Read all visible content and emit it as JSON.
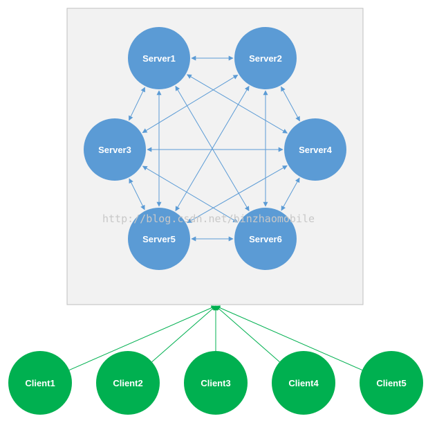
{
  "colors": {
    "server_fill": "#5b9bd5",
    "client_fill": "#00b050",
    "server_link": "#5b9bd5",
    "client_link": "#00b050",
    "cluster_bg": "#f2f2f2",
    "cluster_border": "#bfbfbf"
  },
  "servers": [
    {
      "id": "s1",
      "label": "Server1"
    },
    {
      "id": "s2",
      "label": "Server2"
    },
    {
      "id": "s3",
      "label": "Server3"
    },
    {
      "id": "s4",
      "label": "Server4"
    },
    {
      "id": "s5",
      "label": "Server5"
    },
    {
      "id": "s6",
      "label": "Server6"
    }
  ],
  "clients": [
    {
      "id": "c1",
      "label": "Client1"
    },
    {
      "id": "c2",
      "label": "Client2"
    },
    {
      "id": "c3",
      "label": "Client3"
    },
    {
      "id": "c4",
      "label": "Client4"
    },
    {
      "id": "c5",
      "label": "Client5"
    }
  ],
  "server_links": [
    [
      "s1",
      "s2"
    ],
    [
      "s1",
      "s3"
    ],
    [
      "s1",
      "s4"
    ],
    [
      "s1",
      "s5"
    ],
    [
      "s1",
      "s6"
    ],
    [
      "s2",
      "s3"
    ],
    [
      "s2",
      "s4"
    ],
    [
      "s2",
      "s5"
    ],
    [
      "s2",
      "s6"
    ],
    [
      "s3",
      "s4"
    ],
    [
      "s3",
      "s5"
    ],
    [
      "s3",
      "s6"
    ],
    [
      "s4",
      "s5"
    ],
    [
      "s4",
      "s6"
    ],
    [
      "s5",
      "s6"
    ]
  ],
  "client_links": [
    "c1",
    "c2",
    "c3",
    "c4",
    "c5"
  ],
  "watermark": "http://blog.csdn.net/binzhaomobile"
}
